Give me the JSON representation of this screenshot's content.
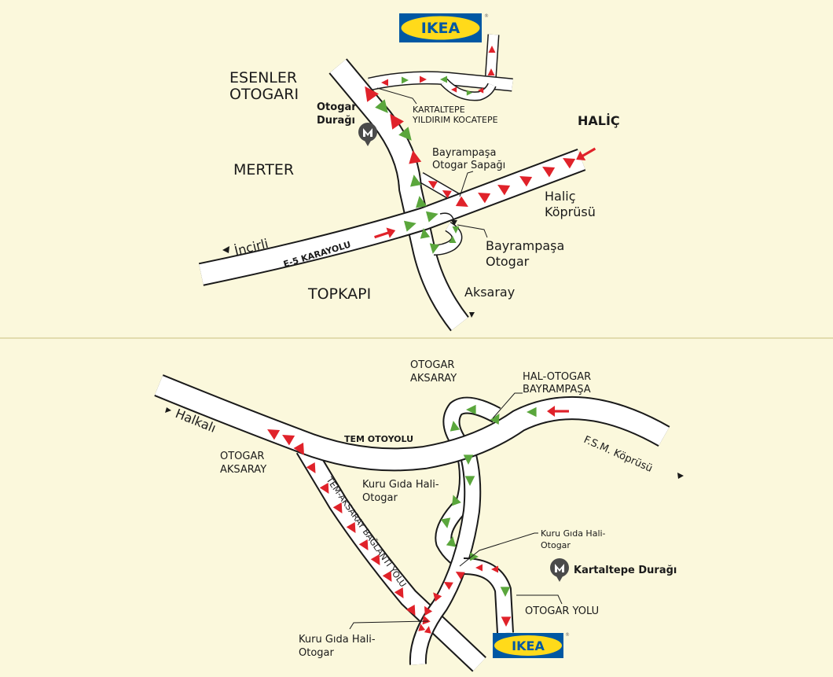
{
  "colors": {
    "background": "#fbf8dc",
    "forward": "#e0222a",
    "return": "#5aa63c",
    "ikea_blue": "#0058a3",
    "ikea_yellow": "#ffda1a"
  },
  "top_map": {
    "logo": "IKEA",
    "labels": {
      "esenler": "ESENLER",
      "otogari": "OTOGARI",
      "otogar_duragi_1": "Otogar",
      "otogar_duragi_2": "Durağı",
      "kartaltepe": "KARTALTEPE",
      "yildirim": "YILDIRIM KOCATEPE",
      "halic": "HALİÇ",
      "merter": "MERTER",
      "sapagi_1": "Bayrampaşa",
      "sapagi_2": "Otogar Sapağı",
      "kopru_1": "Haliç",
      "kopru_2": "Köprüsü",
      "incirli": "İncirli",
      "e5": "E-5 KARAYOLU",
      "otogar_1": "Bayrampaşa",
      "otogar_2": "Otogar",
      "topkapi": "TOPKAPI",
      "aksaray": "Aksaray"
    }
  },
  "bottom_map": {
    "logo": "IKEA",
    "labels": {
      "otogar_aksaray_top_1": "OTOGAR",
      "otogar_aksaray_top_2": "AKSARAY",
      "hal_otogar_1": "HAL-OTOGAR",
      "hal_otogar_2": "BAYRAMPAŞA",
      "halkali": "Halkalı",
      "tem": "TEM OTOYOLU",
      "fsm": "F.S.M. Köprüsü",
      "otogar_aksaray_left_1": "OTOGAR",
      "otogar_aksaray_left_2": "AKSARAY",
      "baglanti": "TEM-AKSARAY BAĞLANTI YOLU",
      "kuru_1a": "Kuru Gıda Hali-",
      "kuru_1b": "Otogar",
      "kuru_2a": "Kuru Gıda Hali-",
      "kuru_2b": "Otogar",
      "kuru_3a": "Kuru Gıda Hali-",
      "kuru_3b": "Otogar",
      "kartaltepe_duragi": "Kartaltepe Durağı",
      "otogar_yolu": "OTOGAR YOLU"
    }
  }
}
